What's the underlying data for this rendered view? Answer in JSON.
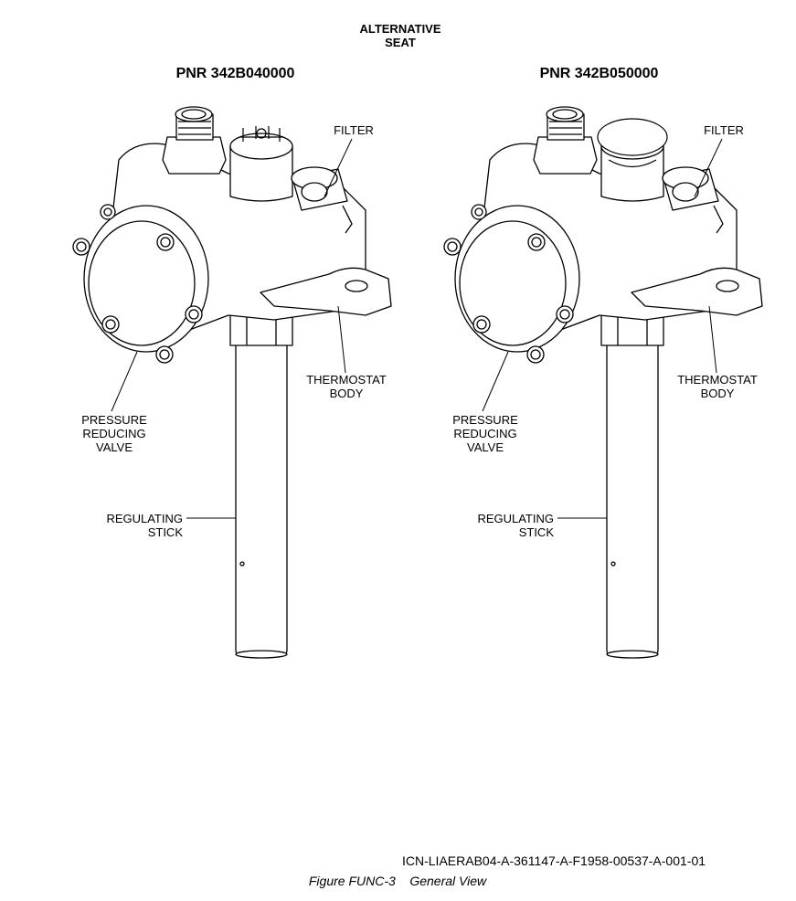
{
  "header": {
    "title": "ALTERNATIVE\nSEAT"
  },
  "left": {
    "pnr": "PNR 342B040000",
    "filter": "FILTER",
    "thermostat_body": "THERMOSTAT\nBODY",
    "pressure_reducing_valve": "PRESSURE\nREDUCING\nVALVE",
    "regulating_stick": "REGULATING\nSTICK"
  },
  "right": {
    "pnr": "PNR 342B050000",
    "filter": "FILTER",
    "thermostat_body": "THERMOSTAT\nBODY",
    "pressure_reducing_valve": "PRESSURE\nREDUCING\nVALVE",
    "regulating_stick": "REGULATING\nSTICK"
  },
  "footer": {
    "icn": "ICN-LIAERAB04-A-361147-A-F1958-00537-A-001-01",
    "caption": "Figure FUNC-3    General View"
  }
}
